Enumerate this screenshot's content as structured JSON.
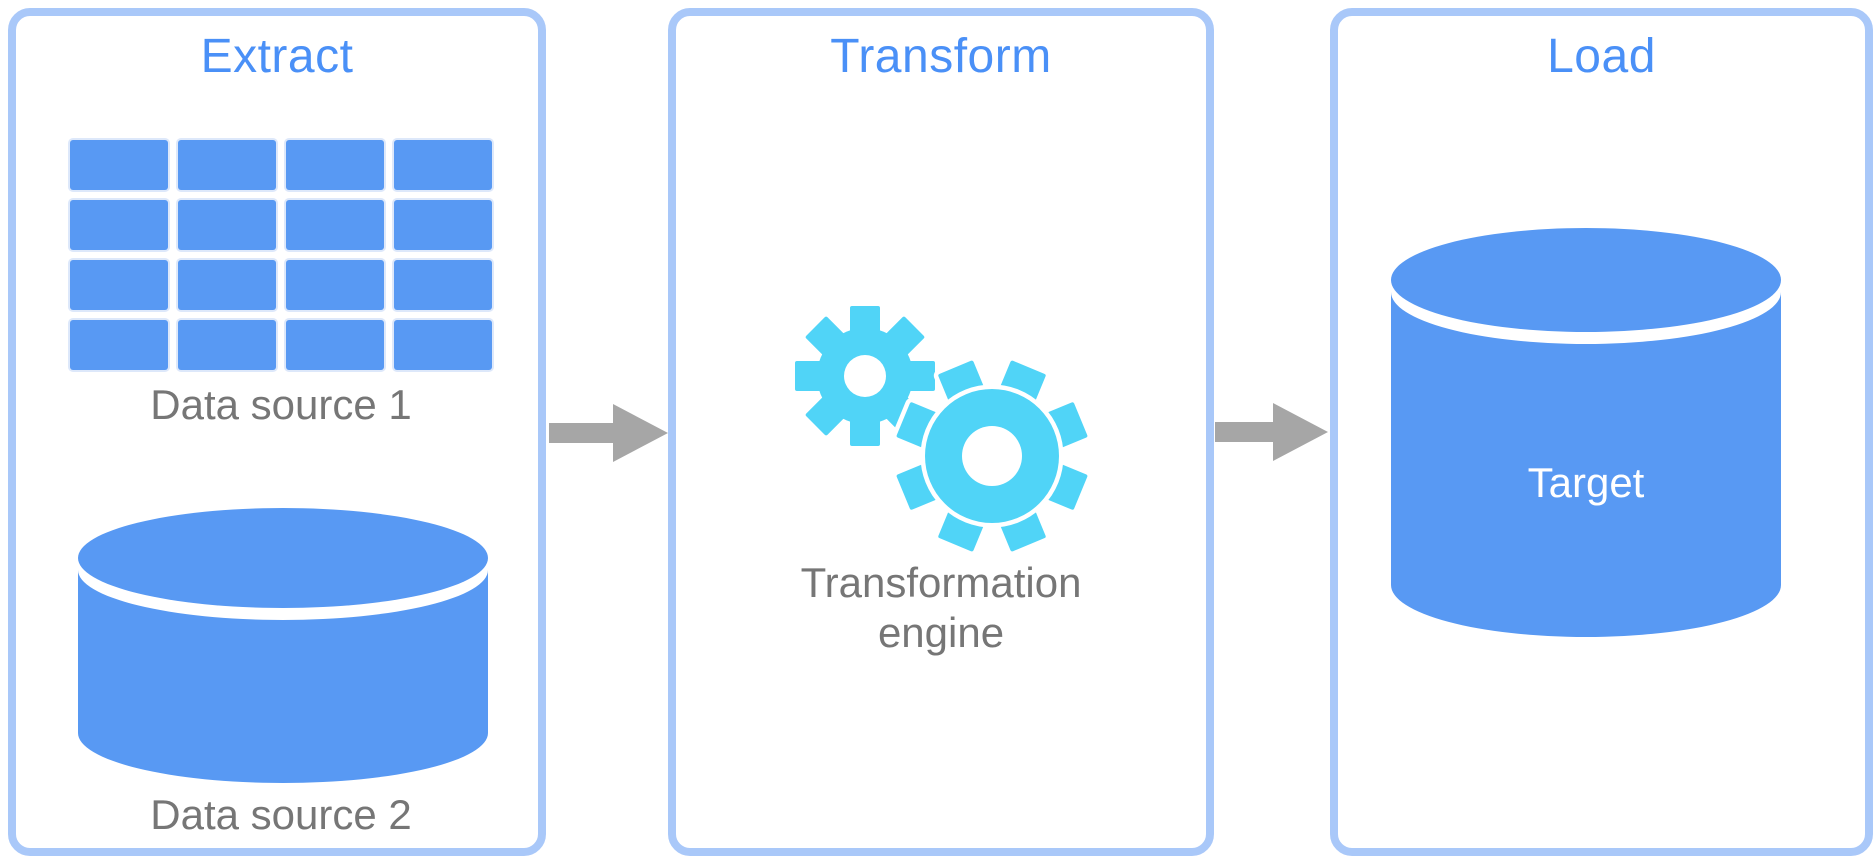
{
  "diagram": {
    "stages": [
      {
        "title": "Extract",
        "items": [
          {
            "icon": "table-icon",
            "label": "Data source 1"
          },
          {
            "icon": "database-icon",
            "label": "Data source 2"
          }
        ]
      },
      {
        "title": "Transform",
        "items": [
          {
            "icon": "gears-icon",
            "label": "Transformation engine"
          }
        ]
      },
      {
        "title": "Load",
        "items": [
          {
            "icon": "database-icon",
            "label": "Target"
          }
        ]
      }
    ],
    "connectors": [
      {
        "icon": "arrow-right-icon",
        "from": "Extract",
        "to": "Transform"
      },
      {
        "icon": "arrow-right-icon",
        "from": "Transform",
        "to": "Load"
      }
    ]
  },
  "colors": {
    "primary_blue": "#5899F3",
    "title_blue": "#4A90F7",
    "panel_border": "#A9C8F9",
    "gear_cyan": "#50D4F7",
    "label_gray": "#767676",
    "arrow_gray": "#A6A6A6",
    "white": "#FFFFFF"
  }
}
